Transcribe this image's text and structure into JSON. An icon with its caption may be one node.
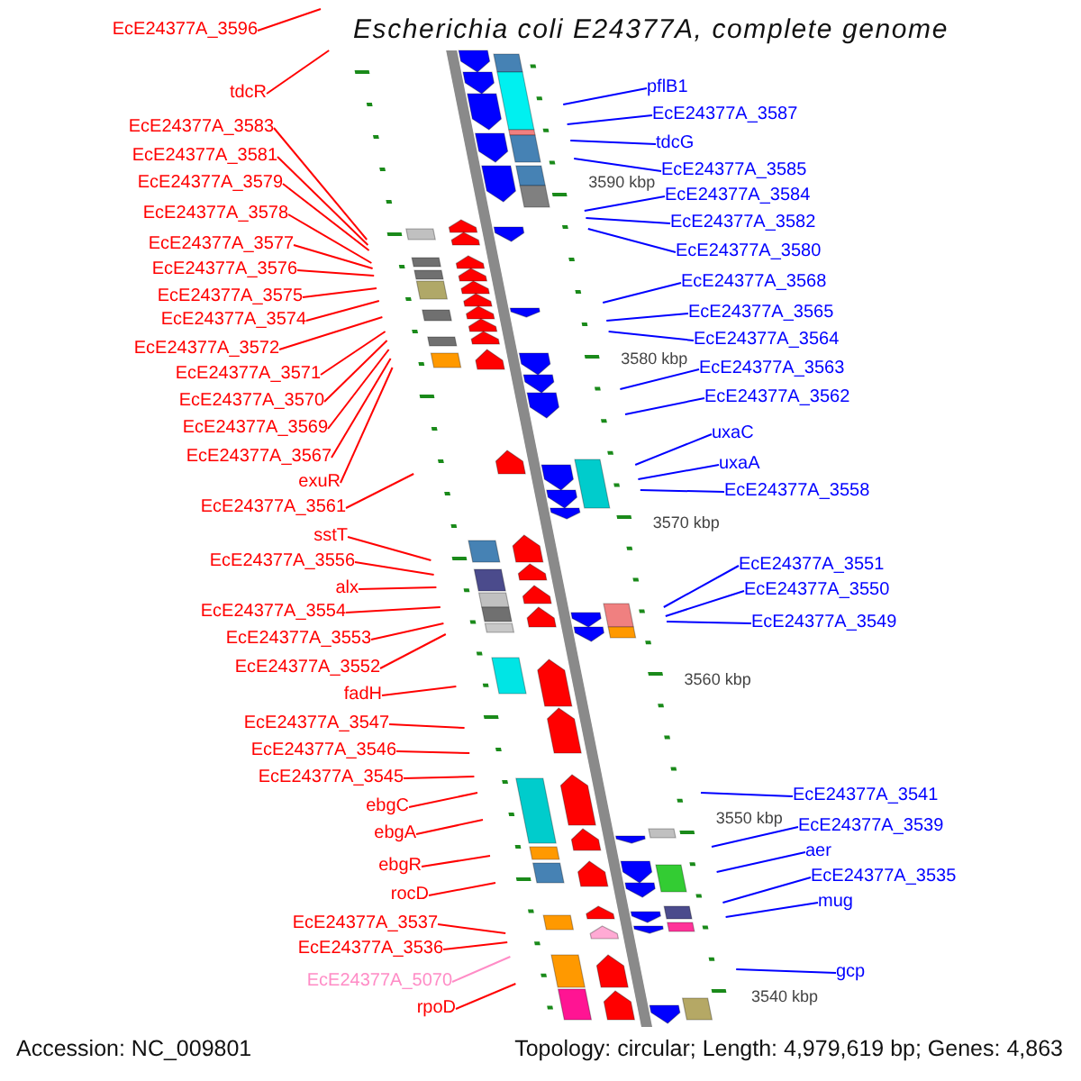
{
  "diagram": {
    "title": "Escherichia coli E24377A, complete genome",
    "nodes": [
      {
        "text": [
          "EcE24377A_3596"
        ]
      },
      {
        "text": [
          "tdcR"
        ]
      },
      {
        "text": [
          "EcE24377A_3583"
        ]
      },
      {
        "text": [
          "EcE24377A_3581"
        ]
      },
      {
        "text": [
          "EcE24377A_3579"
        ]
      },
      {
        "text": [
          "EcE24377A_3578"
        ]
      },
      {
        "text": [
          "EcE24377A_3577"
        ]
      },
      {
        "text": [
          "EcE24377A_3576"
        ]
      },
      {
        "text": [
          "EcE24377A_3575"
        ]
      },
      {
        "text": [
          "EcE24377A_3574"
        ]
      },
      {
        "text": [
          "EcE24377A_3572"
        ]
      },
      {
        "text": [
          "EcE24377A_3571"
        ]
      },
      {
        "text": [
          "EcE24377A_3570"
        ]
      },
      {
        "text": [
          "EcE24377A_3569"
        ]
      },
      {
        "text": [
          "EcE24377A_3567"
        ]
      },
      {
        "text": [
          "exuR"
        ]
      },
      {
        "text": [
          "EcE24377A_3561"
        ]
      },
      {
        "text": [
          "sstT"
        ]
      },
      {
        "text": [
          "EcE24377A_3556"
        ]
      },
      {
        "text": [
          "alx"
        ]
      },
      {
        "text": [
          "EcE24377A_3554"
        ]
      },
      {
        "text": [
          "EcE24377A_3553"
        ]
      },
      {
        "text": [
          "EcE24377A_3552"
        ]
      },
      {
        "text": [
          "fadH"
        ]
      },
      {
        "text": [
          "EcE24377A_3547"
        ]
      },
      {
        "text": [
          "EcE24377A_3546"
        ]
      },
      {
        "text": [
          "EcE24377A_3545"
        ]
      },
      {
        "text": [
          "ebgC"
        ]
      },
      {
        "text": [
          "ebgA"
        ]
      },
      {
        "text": [
          "ebgR"
        ]
      },
      {
        "text": [
          "rocD"
        ]
      },
      {
        "text": [
          "EcE24377A_3537"
        ]
      },
      {
        "text": [
          "EcE24377A_3536"
        ]
      },
      {
        "text": [
          "EcE24377A_5070"
        ]
      },
      {
        "text": [
          "rpoD"
        ]
      },
      {
        "text": [
          "pflB1"
        ]
      },
      {
        "text": [
          "EcE24377A_3587"
        ]
      },
      {
        "text": [
          "tdcG"
        ]
      },
      {
        "text": [
          "EcE24377A_3585"
        ]
      },
      {
        "text": [
          "EcE24377A_3584"
        ]
      },
      {
        "text": [
          "EcE24377A_3582"
        ]
      },
      {
        "text": [
          "EcE24377A_3580"
        ]
      },
      {
        "text": [
          "EcE24377A_3568"
        ]
      },
      {
        "text": [
          "EcE24377A_3565"
        ]
      },
      {
        "text": [
          "EcE24377A_3564"
        ]
      },
      {
        "text": [
          "EcE24377A_3563"
        ]
      },
      {
        "text": [
          "EcE24377A_3562"
        ]
      },
      {
        "text": [
          "uxaC"
        ]
      },
      {
        "text": [
          "uxaA"
        ]
      },
      {
        "text": [
          "EcE24377A_3558"
        ]
      },
      {
        "text": [
          "EcE24377A_3551"
        ]
      },
      {
        "text": [
          "EcE24377A_3550"
        ]
      },
      {
        "text": [
          "EcE24377A_3549"
        ]
      },
      {
        "text": [
          "EcE24377A_3541"
        ]
      },
      {
        "text": [
          "EcE24377A_3539"
        ]
      },
      {
        "text": [
          "aer"
        ]
      },
      {
        "text": [
          "EcE24377A_3535"
        ]
      },
      {
        "text": [
          "mug"
        ]
      },
      {
        "text": [
          "gcp"
        ]
      }
    ],
    "edges": [
      {
        "from": 0,
        "to": null,
        "arrow": "none"
      },
      {
        "from": 1,
        "to": null,
        "arrow": "none"
      },
      {
        "from": 2,
        "to": null,
        "arrow": "none"
      },
      {
        "from": 3,
        "to": null,
        "arrow": "none"
      },
      {
        "from": 4,
        "to": null,
        "arrow": "none"
      },
      {
        "from": 5,
        "to": null,
        "arrow": "none"
      },
      {
        "from": 6,
        "to": null,
        "arrow": "none"
      },
      {
        "from": 7,
        "to": null,
        "arrow": "none"
      },
      {
        "from": 8,
        "to": null,
        "arrow": "none"
      },
      {
        "from": 9,
        "to": null,
        "arrow": "none"
      },
      {
        "from": 10,
        "to": null,
        "arrow": "none"
      },
      {
        "from": 11,
        "to": null,
        "arrow": "none"
      },
      {
        "from": 12,
        "to": null,
        "arrow": "none"
      },
      {
        "from": 13,
        "to": null,
        "arrow": "none"
      },
      {
        "from": 14,
        "to": null,
        "arrow": "none"
      },
      {
        "from": 15,
        "to": null,
        "arrow": "none"
      },
      {
        "from": 16,
        "to": null,
        "arrow": "none"
      },
      {
        "from": 17,
        "to": null,
        "arrow": "none"
      },
      {
        "from": 18,
        "to": null,
        "arrow": "none"
      },
      {
        "from": 19,
        "to": null,
        "arrow": "none"
      },
      {
        "from": 20,
        "to": null,
        "arrow": "none"
      },
      {
        "from": 21,
        "to": null,
        "arrow": "none"
      },
      {
        "from": 22,
        "to": null,
        "arrow": "none"
      },
      {
        "from": 23,
        "to": null,
        "arrow": "none"
      },
      {
        "from": 24,
        "to": null,
        "arrow": "none"
      },
      {
        "from": 25,
        "to": null,
        "arrow": "none"
      },
      {
        "from": 26,
        "to": null,
        "arrow": "none"
      },
      {
        "from": 27,
        "to": null,
        "arrow": "none"
      },
      {
        "from": 28,
        "to": null,
        "arrow": "none"
      },
      {
        "from": 29,
        "to": null,
        "arrow": "none"
      },
      {
        "from": 30,
        "to": null,
        "arrow": "none"
      },
      {
        "from": 31,
        "to": null,
        "arrow": "none"
      },
      {
        "from": 32,
        "to": null,
        "arrow": "none"
      },
      {
        "from": 33,
        "to": null,
        "arrow": "none",
        "color": "#ff8cc6"
      },
      {
        "from": 34,
        "to": null,
        "arrow": "none"
      },
      {
        "from": 35,
        "to": null,
        "arrow": "none",
        "color": "#0000ff"
      },
      {
        "from": 36,
        "to": null,
        "arrow": "none",
        "color": "#0000ff"
      },
      {
        "from": 37,
        "to": null,
        "arrow": "none",
        "color": "#0000ff"
      },
      {
        "from": 38,
        "to": null,
        "arrow": "none",
        "color": "#0000ff"
      },
      {
        "from": 39,
        "to": null,
        "arrow": "none",
        "color": "#0000ff"
      },
      {
        "from": 40,
        "to": null,
        "arrow": "none",
        "color": "#0000ff"
      },
      {
        "from": 41,
        "to": null,
        "arrow": "none",
        "color": "#0000ff"
      },
      {
        "from": 42,
        "to": null,
        "arrow": "none",
        "color": "#0000ff"
      },
      {
        "from": 43,
        "to": null,
        "arrow": "none",
        "color": "#0000ff"
      },
      {
        "from": 44,
        "to": null,
        "arrow": "none",
        "color": "#0000ff"
      },
      {
        "from": 45,
        "to": null,
        "arrow": "none",
        "color": "#0000ff"
      },
      {
        "from": 46,
        "to": null,
        "arrow": "none",
        "color": "#0000ff"
      },
      {
        "from": 47,
        "to": null,
        "arrow": "none",
        "color": "#0000ff"
      },
      {
        "from": 48,
        "to": null,
        "arrow": "none",
        "color": "#0000ff"
      },
      {
        "from": 49,
        "to": null,
        "arrow": "none",
        "color": "#0000ff"
      },
      {
        "from": 50,
        "to": null,
        "arrow": "none",
        "color": "#0000ff"
      },
      {
        "from": 51,
        "to": null,
        "arrow": "none",
        "color": "#0000ff"
      },
      {
        "from": 52,
        "to": null,
        "arrow": "none",
        "color": "#0000ff"
      },
      {
        "from": 53,
        "to": null,
        "arrow": "none",
        "color": "#0000ff"
      },
      {
        "from": 54,
        "to": null,
        "arrow": "none",
        "color": "#0000ff"
      },
      {
        "from": 55,
        "to": null,
        "arrow": "none",
        "color": "#0000ff"
      },
      {
        "from": 56,
        "to": null,
        "arrow": "none",
        "color": "#0000ff"
      },
      {
        "from": 57,
        "to": null,
        "arrow": "none",
        "color": "#0000ff"
      },
      {
        "from": 58,
        "to": null,
        "arrow": "none",
        "color": "#0000ff"
      }
    ],
    "labels": [
      "3590 kbp",
      "3580 kbp",
      "3570 kbp",
      "3560 kbp",
      "3550 kbp",
      "3540 kbp",
      "Accession: NC_009801",
      "Topology: circular; Length: 4,979,619 bp; Genes: 4,863"
    ]
  }
}
